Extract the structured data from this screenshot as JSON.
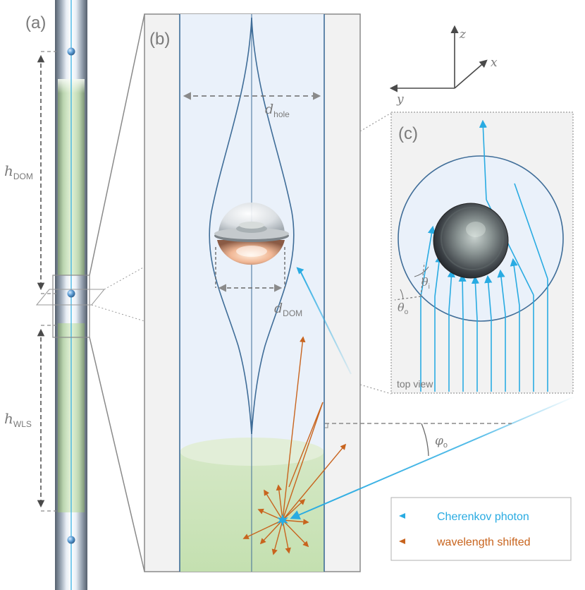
{
  "panels": {
    "a": "(a)",
    "b": "(b)",
    "c": "(c)"
  },
  "labels": {
    "h_dom": {
      "main": "h",
      "sub": "DOM"
    },
    "h_wls": {
      "main": "h",
      "sub": "WLS"
    },
    "d_hole": {
      "main": "d",
      "sub": "hole"
    },
    "d_dom": {
      "main": "d",
      "sub": "DOM"
    },
    "theta_i": {
      "main": "θ",
      "sub": "i"
    },
    "theta_o": {
      "main": "θ",
      "sub": "o"
    },
    "phi_o": {
      "main": "φ",
      "sub": "o"
    },
    "top_view": "top view"
  },
  "axes": {
    "z": "z",
    "x": "x",
    "y": "y"
  },
  "legend": {
    "cherenkov": "Cherenkov photon",
    "wls": "wavelength shifted"
  },
  "colors": {
    "cherenkov": "#29abe2",
    "wls": "#c8641e",
    "hole_line": "#3f6d98",
    "wls_green": "#cfe5c0",
    "panel_bg": "#f2f2f2",
    "label_gray": "#7a7a7a"
  }
}
